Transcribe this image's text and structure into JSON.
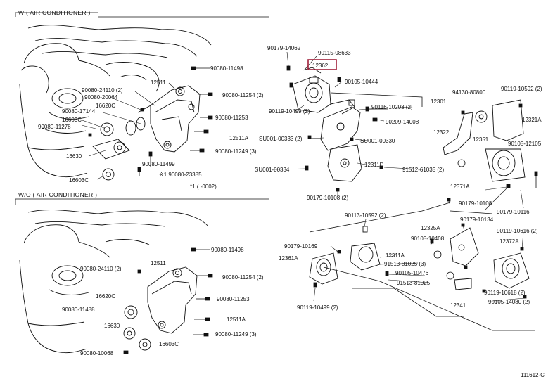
{
  "section_titles": {
    "with_ac": "W ( AIR CONDITIONER )",
    "without_ac": "W/O ( AIR CONDITIONER )"
  },
  "footnote": "*1 ( -0002)",
  "diagram_code": "111612-C",
  "highlight_color": "#a0203a",
  "highlighted_part": "12362",
  "parts_top_left": [
    "90080-11498",
    "12511",
    "90080-24110 (2)",
    "90080-20064",
    "90080-11254 (2)",
    "90080-17144",
    "16620C",
    "90080-11253",
    "16603C",
    "90080-11278",
    "12511A",
    "90080-11249 (3)",
    "16630",
    "90080-11499",
    "※1 90080-23385",
    "16603C"
  ],
  "parts_bottom_left": [
    "90080-11498",
    "12511",
    "90080-24110 (2)",
    "90080-11254 (2)",
    "90080-11253",
    "16620C",
    "90080-11488",
    "12511A",
    "16630",
    "90080-11249 (3)",
    "90080-10068",
    "16603C"
  ],
  "parts_right": [
    "90179-14062",
    "90115-08633",
    "12362",
    "90105-10444",
    "12301",
    "90119-10499 (2)",
    "90116-10203 (2)",
    "90209-14008",
    "94130-80800",
    "90119-10592 (2)",
    "12321A",
    "12322",
    "12351",
    "90105-12105",
    "SU001-00333 (2)",
    "SU001-00330",
    "SU001-00334",
    "12311D",
    "91512-61035 (2)",
    "12371A",
    "90179-10108 (2)",
    "90179-10108",
    "90179-10116",
    "90113-10592 (2)",
    "90179-10134",
    "12325A",
    "90105-10408",
    "90119-10616 (2)",
    "12372A",
    "90179-10169",
    "12311A",
    "12361A",
    "91513-81025 (3)",
    "90105-10476",
    "91513-81025",
    "90119-10618 (2)",
    "90119-10499 (2)",
    "12341",
    "90105-14080 (2)"
  ]
}
